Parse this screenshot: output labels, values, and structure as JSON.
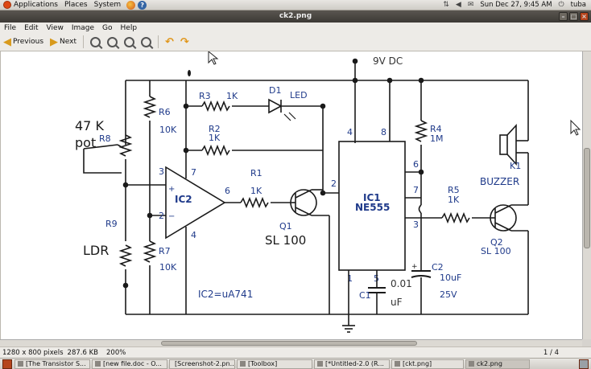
{
  "top_panel": {
    "menus": [
      "Applications",
      "Places",
      "System"
    ],
    "datetime": "Sun Dec 27,  9:45 AM",
    "user": "tuba"
  },
  "window": {
    "title": "ck2.png"
  },
  "menubar": [
    "File",
    "Edit",
    "View",
    "Image",
    "Go",
    "Help"
  ],
  "toolbar": {
    "previous_label": "Previous",
    "next_label": "Next"
  },
  "schematic": {
    "supply": "9V DC",
    "pot": "47 K",
    "pot2": "pot",
    "r8": "R8",
    "r9": "R9",
    "ldr": "LDR",
    "r6": "R6",
    "r6_val": "10K",
    "r7": "R7",
    "r7_val": "10K",
    "r3": "R3",
    "r3_val": "1K",
    "d1": "D1",
    "led": "LED",
    "r2": "R2",
    "r2_val": "1K",
    "r1": "R1",
    "r1_val": "1K",
    "ic2": "IC2",
    "pin3": "3",
    "pin2": "2",
    "pin7": "7",
    "pin6": "6",
    "pin4": "4",
    "plus": "+",
    "minus": "−",
    "q1": "Q1",
    "sl100_q1": "SL 100",
    "ic2_note": "IC2=uA741",
    "ic1": "IC1",
    "ne555": "NE555",
    "ic1_pin4": "4",
    "ic1_pin8": "8",
    "ic1_pin2": "2",
    "ic1_pin6": "6",
    "ic1_pin7": "7",
    "ic1_pin3": "3",
    "ic1_pin1": "1",
    "ic1_pin5": "5",
    "r4": "R4",
    "r4_val": "1M",
    "r5": "R5",
    "r5_val": "1K",
    "c1": "C1",
    "c1_val": "0.01",
    "c1_unit": "uF",
    "c2": "C2",
    "c2_val": "10uF",
    "c2_volt": "25V",
    "buzzer": "BUZZER",
    "k1": "K1",
    "q2": "Q2",
    "sl100_q2": "SL 100"
  },
  "statusbar": {
    "dimensions": "1280 x 800 pixels",
    "size": "287.6 KB",
    "zoom": "200%",
    "page": "1 / 4"
  },
  "taskbar": [
    "[The Transistor S...",
    "[new file.doc - O...",
    "[Screenshot-2.pn...",
    "[Toolbox]",
    "[*Untitled-2.0 (R...",
    "[ckt.png]",
    "ck2.png"
  ]
}
